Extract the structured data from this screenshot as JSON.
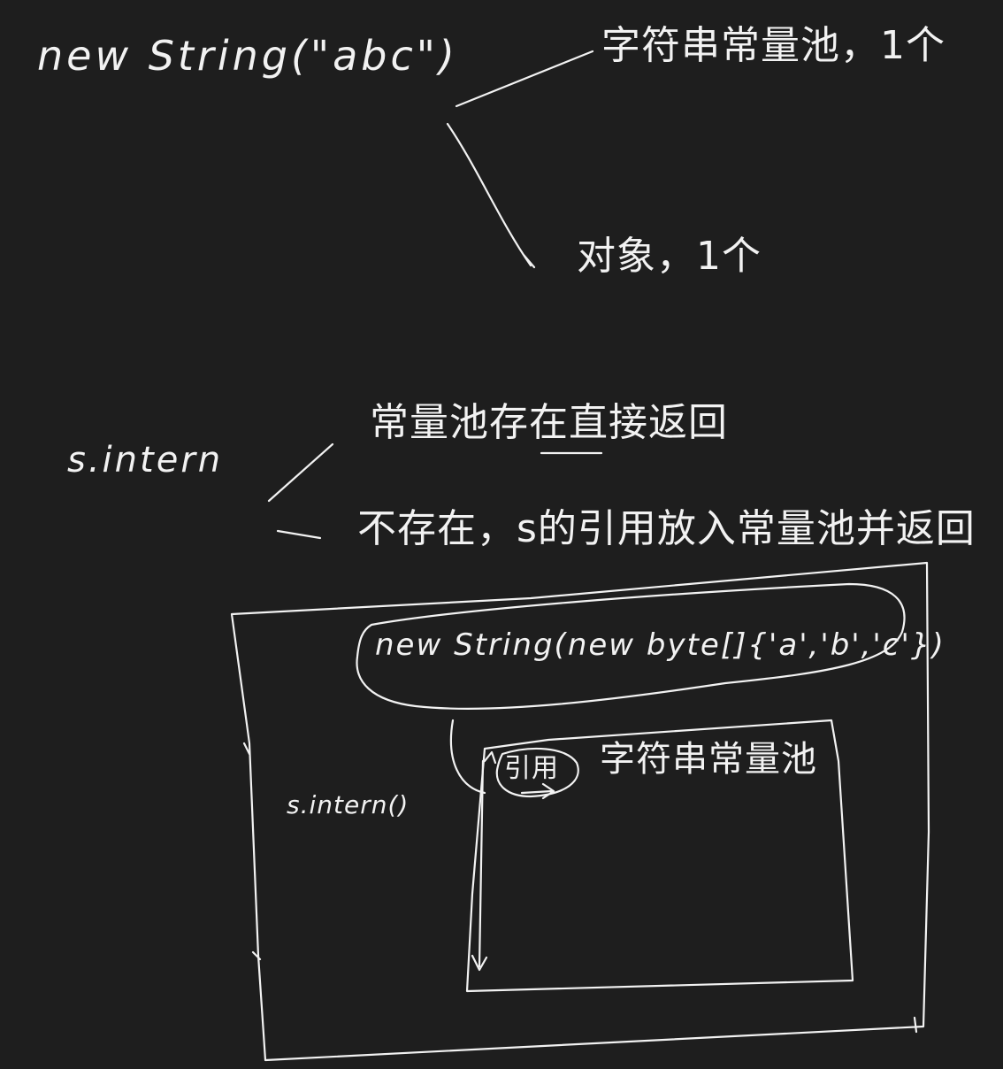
{
  "note": {
    "line1": "new String(\"abc\")",
    "branch_pool": "字符串常量池，1个",
    "branch_object": "对象，1个",
    "s_intern": "s.intern",
    "case_exists": "常量池存在直接返回",
    "case_not_exists": "不存在，s的引用放入常量池并返回",
    "code": "new String(new byte[]{'a','b','c'})",
    "intern_call": "s.intern()",
    "reference": "引用",
    "string_pool": "字符串常量池"
  },
  "colors": {
    "background": "#1e1e1e",
    "ink": "#f2f2f2"
  }
}
